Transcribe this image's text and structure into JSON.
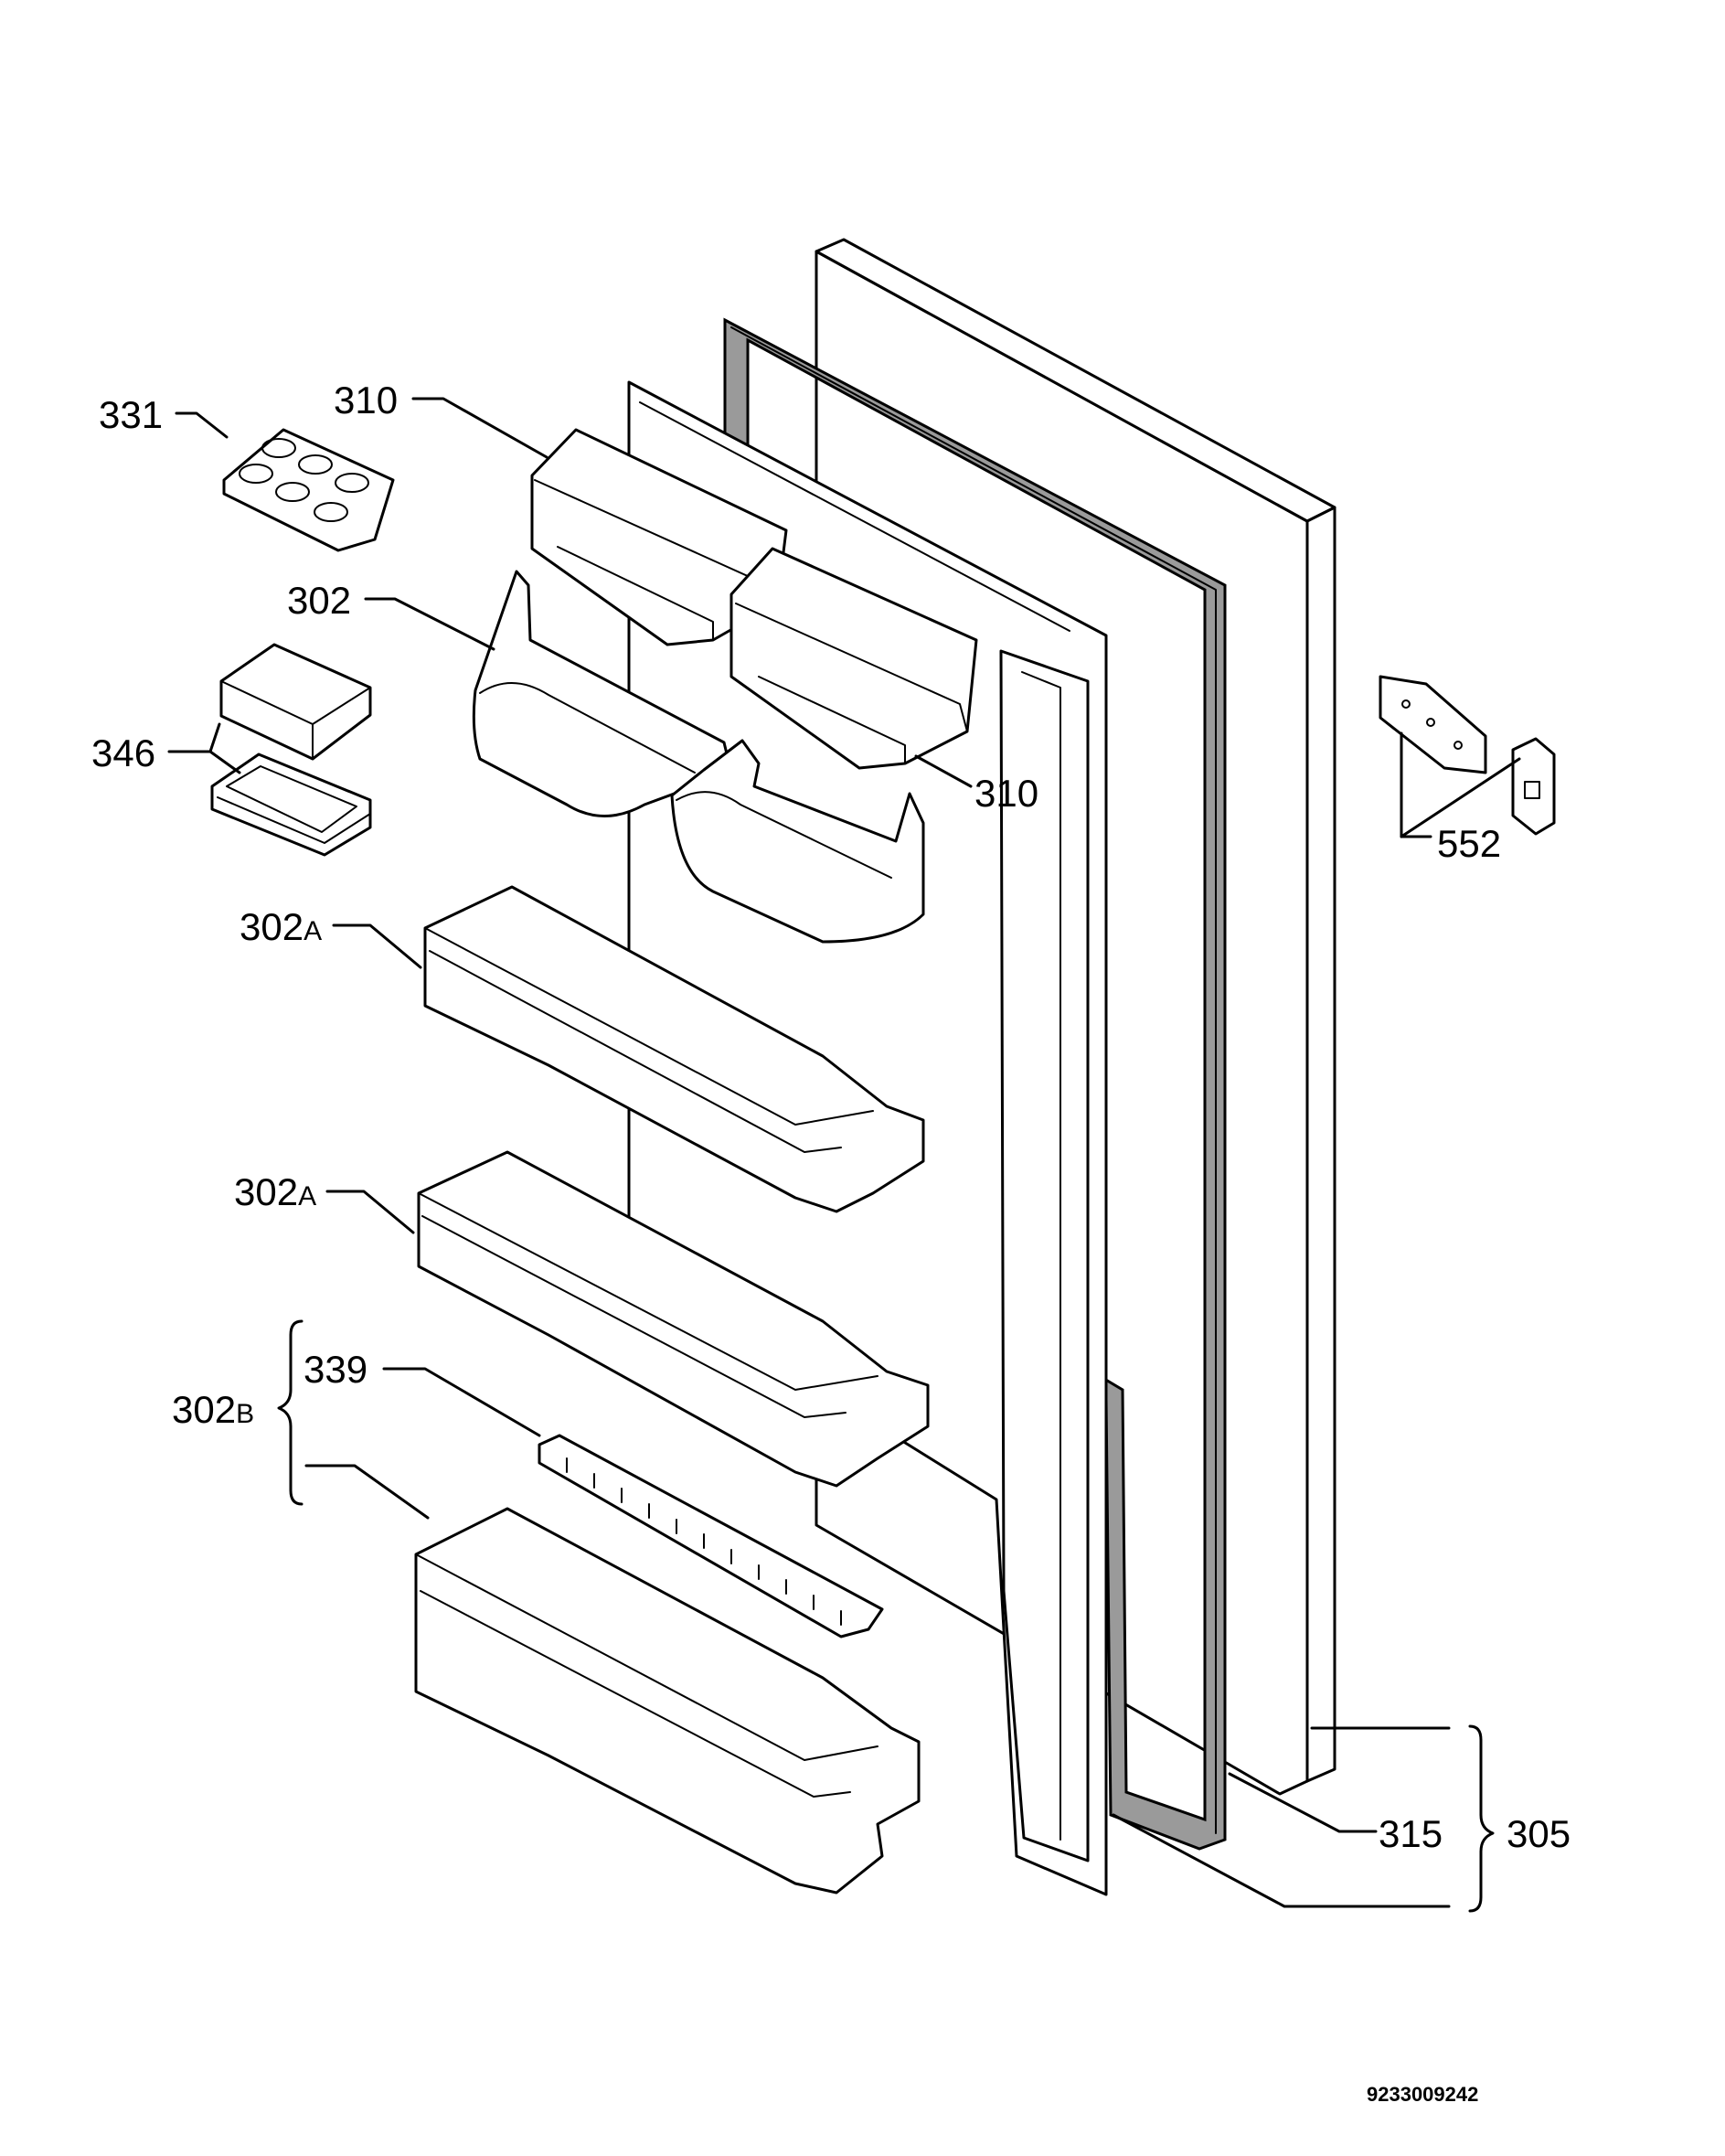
{
  "callouts": {
    "c331": "331",
    "c310_top": "310",
    "c302": "302",
    "c346": "346",
    "c310_right": "310",
    "c552": "552",
    "c302a_1": "302",
    "c302a_1_suffix": "A",
    "c302a_2": "302",
    "c302a_2_suffix": "A",
    "c339": "339",
    "c302b": "302",
    "c302b_suffix": "B",
    "c315": "315",
    "c305": "305"
  },
  "document_number": "9233009242"
}
